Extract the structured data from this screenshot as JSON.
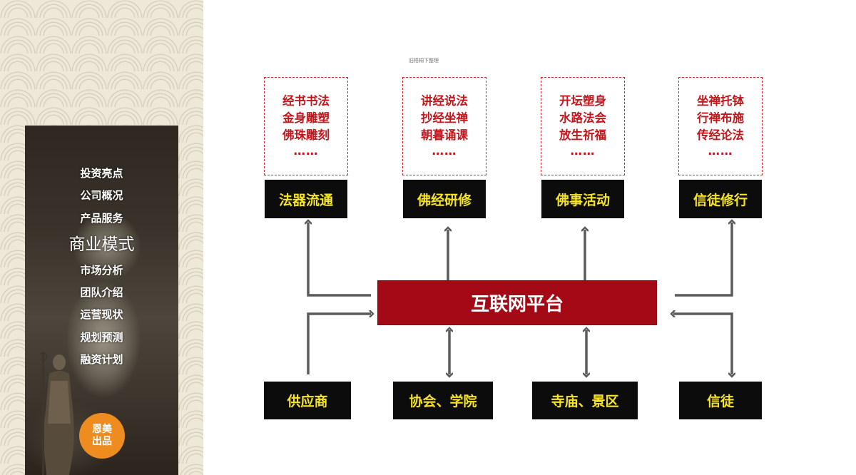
{
  "sidebar": {
    "nav": [
      {
        "label": "投资亮点",
        "active": false
      },
      {
        "label": "公司概况",
        "active": false
      },
      {
        "label": "产品服务",
        "active": false
      },
      {
        "label": "商业模式",
        "active": true
      },
      {
        "label": "市场分析",
        "active": false
      },
      {
        "label": "团队介绍",
        "active": false
      },
      {
        "label": "运营现状",
        "active": false
      },
      {
        "label": "规划预测",
        "active": false
      },
      {
        "label": "融资计划",
        "active": false
      }
    ],
    "badge": "恩美出品",
    "badge_line1": "恩美",
    "badge_line2": "出品",
    "badge_color": "#ee8c1f"
  },
  "caption": "旧梧桐下整理",
  "diagram": {
    "platform": "互联网平台",
    "platform_color": "#a30a16",
    "label_text_color": "#f5e326",
    "card_text_color": "#c0161c",
    "top_groups": [
      {
        "lines": [
          "经书书法",
          "金身雕塑",
          "佛珠雕刻",
          "……"
        ],
        "label": "法器流通"
      },
      {
        "lines": [
          "讲经说法",
          "抄经坐禅",
          "朝暮诵课",
          "……"
        ],
        "label": "佛经研修"
      },
      {
        "lines": [
          "开坛塑身",
          "水路法会",
          "放生祈福",
          "……"
        ],
        "label": "佛事活动"
      },
      {
        "lines": [
          "坐禅托钵",
          "行禅布施",
          "传经论法",
          "……"
        ],
        "label": "信徒修行"
      }
    ],
    "bottom_nodes": [
      "供应商",
      "协会、学院",
      "寺庙、景区",
      "信徒"
    ]
  }
}
